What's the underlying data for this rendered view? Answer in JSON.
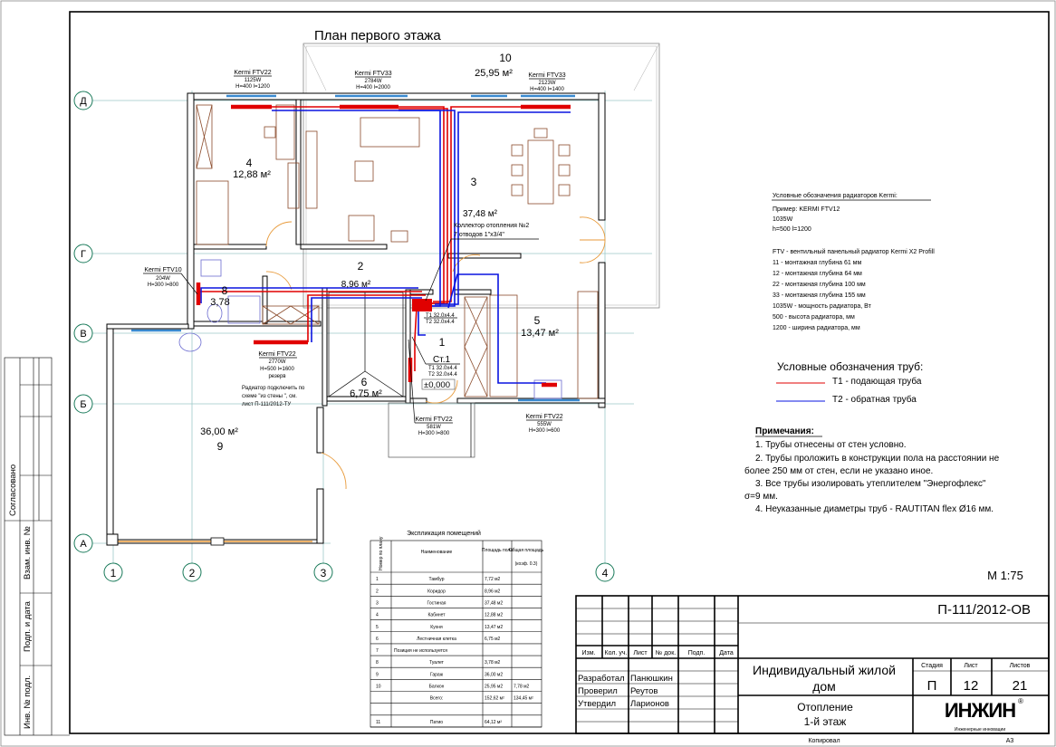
{
  "plan": {
    "title": "План первого этажа",
    "axes_rows": [
      "Д",
      "Г",
      "В",
      "Б",
      "А"
    ],
    "axes_cols": [
      "1",
      "2",
      "3",
      "4"
    ],
    "scale": "М 1:75",
    "rooms": [
      {
        "num": "10",
        "area": "25,95 м²"
      },
      {
        "num": "4",
        "area": "12,88 м²"
      },
      {
        "num": "3",
        "area": "37,48 м²"
      },
      {
        "num": "2",
        "area": "8,96 м²"
      },
      {
        "num": "8",
        "area": "3,78"
      },
      {
        "num": "6",
        "area": "6,75 м²"
      },
      {
        "num": "1",
        "area": ""
      },
      {
        "num": "5",
        "area": "13,47 м²"
      },
      {
        "num": "9",
        "area": "36,00 м²"
      }
    ],
    "radiators": [
      {
        "model": "Kermi FTV22",
        "power": "1125W",
        "size": "H=400 l=1200"
      },
      {
        "model": "Kermi FTV33",
        "power": "2784W",
        "size": "H=400 l=2000"
      },
      {
        "model": "Kermi FTV33",
        "power": "2123W",
        "size": "H=400 l=1400"
      },
      {
        "model": "Kermi FTV10",
        "power": "204W",
        "size": "H=300 l=800"
      },
      {
        "model": "Kermi FTV22",
        "power": "2770W",
        "size": "H=500 l=1600",
        "extra": "резерв"
      },
      {
        "model": "Kermi FTV22",
        "power": "581W",
        "size": "H=300 l=800"
      },
      {
        "model": "Kermi FTV22",
        "power": "555W",
        "size": "H=300 l=600"
      }
    ],
    "radiator_note": [
      "Радиатор подключить по",
      "схеме \"из стены \", см.",
      "лист П-111/2012-ТУ"
    ],
    "collector": [
      "Коллектор отопления №2",
      "7 отводов 1\"х3/4\""
    ],
    "riser": {
      "name": "Ст.1",
      "t1": "Т1 32.0х4.4",
      "t2": "Т2 32.0х4.4"
    },
    "collector_pipes": {
      "t1": "Т1 32.0х4.4",
      "t2": "Т2 32.0х4.4"
    },
    "level": "±0,000"
  },
  "legend_radiators": {
    "title": "Условные обозначения радиаторов Kermi:",
    "lines": [
      "Пример: KERMI FTV12",
      "1035W",
      "h=500 l=1200",
      "",
      "FTV - вентильный панельный радиатор Kermi X2 Profill",
      "11 - монтажная глубина 61 мм",
      "12 - монтажная глубина 64 мм",
      "22 - монтажная глубина 100 мм",
      "33 - монтажная глубина 155 мм",
      "1035W - мощность радиатора, Вт",
      "500 - высота радиатора, мм",
      "1200 - ширина радиатора, мм"
    ]
  },
  "legend_pipes": {
    "title": "Условные обозначения  труб:",
    "items": [
      {
        "label": "Т1 - подающая труба",
        "color": "#e00000"
      },
      {
        "label": "Т2 - обратная труба",
        "color": "#0a14e0"
      }
    ]
  },
  "notes": {
    "title": "Примечания:",
    "lines": [
      "1. Трубы отнесены от стен условно.",
      "2. Трубы проложить в конструкции  пола на расстоянии не",
      "более 250 мм от стен, если не указано иное.",
      "3. Все трубы изолировать утеплителем \"Энергофлекс\"",
      "σ=9 мм.",
      "4. Неуказанные диаметры труб - RAUTITAN flex Ø16 мм."
    ]
  },
  "explication": {
    "title": "Экспликация помещений",
    "headers": [
      "Номер по плану",
      "Наименование",
      "Площадь пола",
      "Общая площадь",
      "(коэф. 0.3)"
    ],
    "rows": [
      {
        "n": "1",
        "name": "Тамбур",
        "area": "7,72 м2",
        "total": ""
      },
      {
        "n": "2",
        "name": "Коридор",
        "area": "8,96 м2",
        "total": ""
      },
      {
        "n": "3",
        "name": "Гостиная",
        "area": "37,48 м2",
        "total": ""
      },
      {
        "n": "4",
        "name": "Кабинет",
        "area": "12,88 м2",
        "total": ""
      },
      {
        "n": "5",
        "name": "Кухня",
        "area": "13,47 м2",
        "total": ""
      },
      {
        "n": "6",
        "name": "Лестничная клетка",
        "area": "6,75 м2",
        "total": ""
      },
      {
        "n": "7",
        "name": "Позиция не используется",
        "area": "",
        "total": ""
      },
      {
        "n": "8",
        "name": "Туалет",
        "area": "3,78 м2",
        "total": ""
      },
      {
        "n": "9",
        "name": "Гараж",
        "area": "36,00 м2",
        "total": ""
      },
      {
        "n": "10",
        "name": "Балкон",
        "area": "25,95 м2",
        "total": "7,78 м2"
      },
      {
        "n": "",
        "name": "Всего:",
        "area": "152,62 м²",
        "total": "134,45 м²"
      },
      {
        "n": "",
        "name": "",
        "area": "",
        "total": ""
      },
      {
        "n": "11",
        "name": "Патио",
        "area": "64,12 м²",
        "total": ""
      }
    ]
  },
  "title_block": {
    "code": "П-111/2012-ОВ",
    "rev_headers": [
      "Изм.",
      "Кол. уч.",
      "Лист",
      "№ док.",
      "Подп.",
      "Дата"
    ],
    "people": [
      {
        "role": "Разработал",
        "name": "Панюшкин"
      },
      {
        "role": "Проверил",
        "name": "Реутов"
      },
      {
        "role": "Утвердил",
        "name": "Ларионов"
      }
    ],
    "project": [
      "Индивидуальный жилой",
      "дом"
    ],
    "stage_label": "Стадия",
    "sheet_label": "Лист",
    "sheets_label": "Листов",
    "stage": "П",
    "sheet": "12",
    "sheets": "21",
    "sheet_title": [
      "Отопление",
      "1-й этаж"
    ],
    "logo": "ИНЖИН",
    "logo_sub": "Инженерные инновации",
    "copied": "Копировал",
    "format": "А3"
  },
  "side_stamp": [
    "Согласовано",
    "Взам. инв. №",
    "Подп. и дата",
    "Инв. № подл."
  ]
}
